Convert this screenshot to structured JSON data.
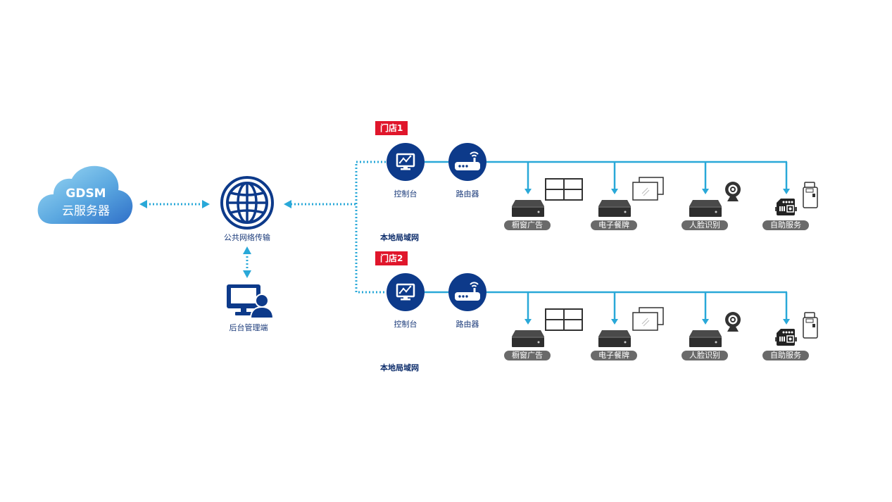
{
  "colors": {
    "navy": "#0d3a8a",
    "line_blue": "#29a8d8",
    "store_red": "#e0162b",
    "pill_gray": "#6a6a6a",
    "cloud_light": "#8fd0ef",
    "cloud_dark": "#3a7fd0"
  },
  "cloud": {
    "title": "GDSM",
    "subtitle": "云服务器",
    "icon": "cloud-icon"
  },
  "internet": {
    "label": "公共网络传输",
    "icon": "globe-icon"
  },
  "admin": {
    "label": "后台管理端",
    "icon": "monitor-user-icon"
  },
  "stores": [
    {
      "tag": "门店1",
      "console_label": "控制台",
      "router_label": "路由器",
      "lan_label": "本地局域网",
      "devices": [
        {
          "label": "橱窗广告",
          "icon": "video-wall-icon"
        },
        {
          "label": "电子餐牌",
          "icon": "digital-menu-icon"
        },
        {
          "label": "人脸识别",
          "icon": "webcam-icon"
        },
        {
          "label": "自助服务",
          "icon": "kiosk-icon"
        }
      ]
    },
    {
      "tag": "门店2",
      "console_label": "控制台",
      "router_label": "路由器",
      "lan_label": "本地局域网",
      "devices": [
        {
          "label": "橱窗广告",
          "icon": "video-wall-icon"
        },
        {
          "label": "电子餐牌",
          "icon": "digital-menu-icon"
        },
        {
          "label": "人脸识别",
          "icon": "webcam-icon"
        },
        {
          "label": "自助服务",
          "icon": "kiosk-icon"
        }
      ]
    }
  ]
}
